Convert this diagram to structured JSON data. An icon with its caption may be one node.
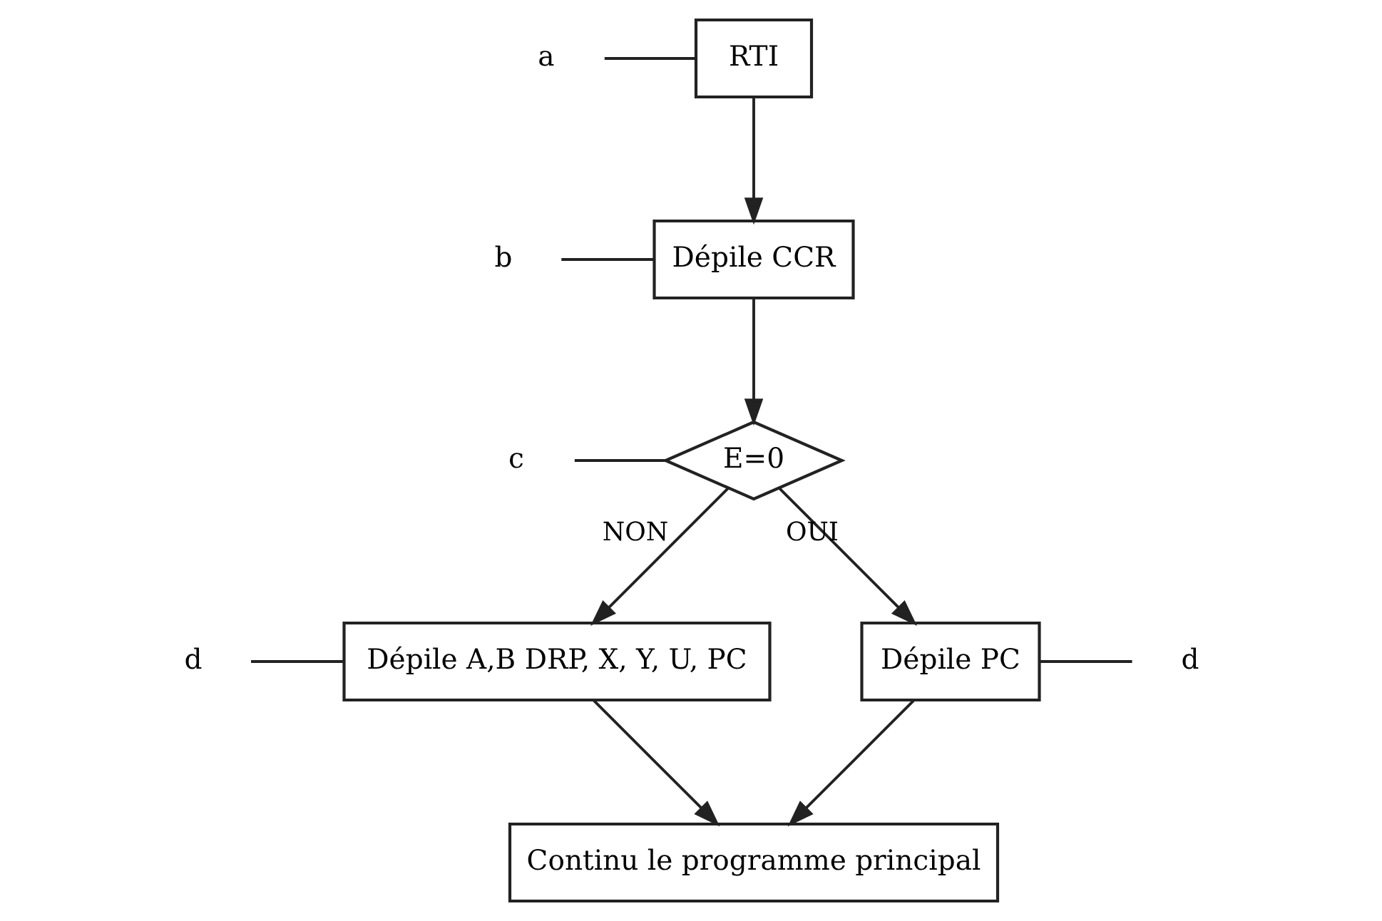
{
  "diagram": {
    "nodes": [
      {
        "text": [
          "a"
        ]
      },
      {
        "text": [
          "RTI"
        ]
      },
      {
        "text": [
          "b"
        ]
      },
      {
        "text": [
          "Dépile CCR"
        ]
      },
      {
        "text": [
          "c"
        ]
      },
      {
        "text": [
          "E=0"
        ]
      },
      {
        "text": [
          "d"
        ]
      },
      {
        "text": [
          "Dépile A,B DRP, X, Y, U, PC"
        ]
      },
      {
        "text": [
          "Dépile PC"
        ]
      },
      {
        "text": [
          "d"
        ]
      },
      {
        "text": [
          "Continu le programme principal"
        ]
      }
    ],
    "edges": [
      {
        "from": 0,
        "to": 1,
        "arrow": "none"
      },
      {
        "from": 1,
        "to": 3,
        "arrow": "to"
      },
      {
        "from": 2,
        "to": 3,
        "arrow": "none"
      },
      {
        "from": 3,
        "to": 5,
        "arrow": "to"
      },
      {
        "from": 4,
        "to": 5,
        "arrow": "none"
      },
      {
        "from": 5,
        "to": 7,
        "arrow": "to",
        "label": "NON"
      },
      {
        "from": 5,
        "to": 8,
        "arrow": "to",
        "label": "OUI"
      },
      {
        "from": 6,
        "to": 7,
        "arrow": "none"
      },
      {
        "from": 9,
        "to": 8,
        "arrow": "none"
      },
      {
        "from": 7,
        "to": 10,
        "arrow": "to"
      },
      {
        "from": 8,
        "to": 10,
        "arrow": "to"
      }
    ]
  }
}
